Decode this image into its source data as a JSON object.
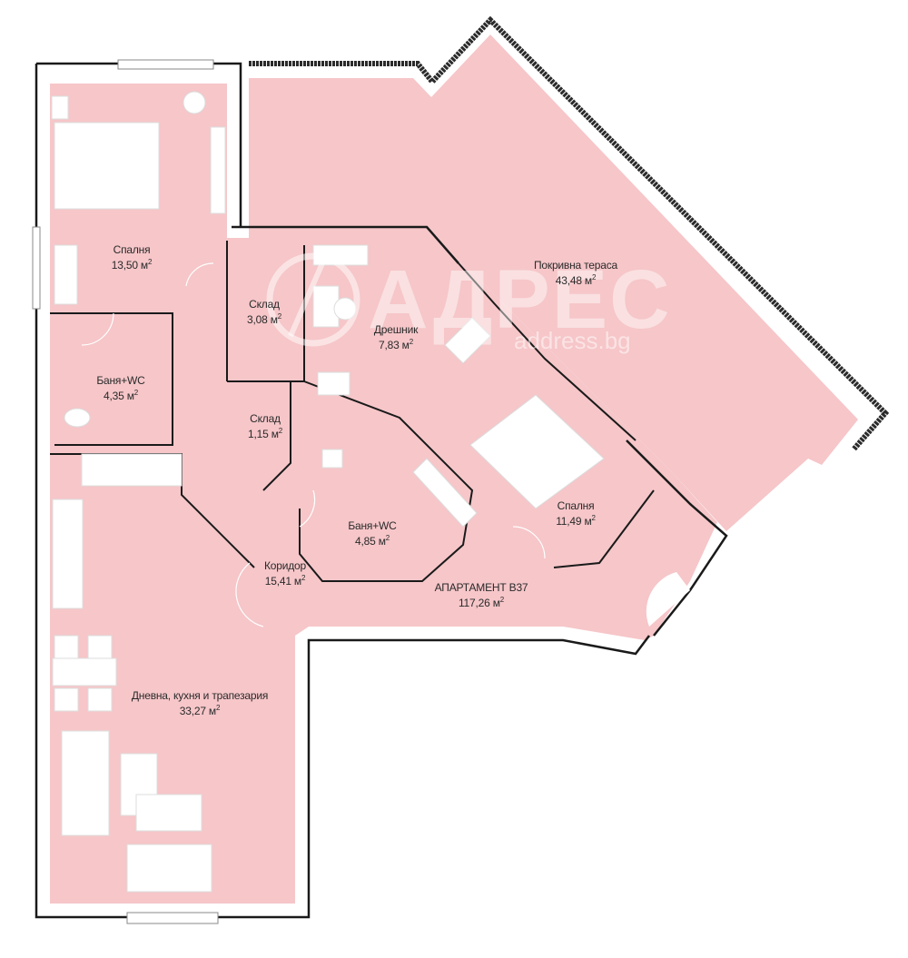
{
  "plan": {
    "apartment": {
      "name": "АПАРТАМЕНТ В37",
      "area": "117,26 м",
      "sup": "2"
    },
    "rooms": [
      {
        "id": "bedroom-1",
        "name": "Спалня",
        "area": "13,50 м",
        "sup": "2"
      },
      {
        "id": "bathroom-1",
        "name": "Баня+WC",
        "area": "4,35 м",
        "sup": "2"
      },
      {
        "id": "storage-1",
        "name": "Склад",
        "area": "3,08 м",
        "sup": "2"
      },
      {
        "id": "storage-2",
        "name": "Склад",
        "area": "1,15 м",
        "sup": "2"
      },
      {
        "id": "wardrobe",
        "name": "Дрешник",
        "area": "7,83 м",
        "sup": "2"
      },
      {
        "id": "roof-terrace",
        "name": "Покривна тераса",
        "area": "43,48 м",
        "sup": "2"
      },
      {
        "id": "bathroom-2",
        "name": "Баня+WC",
        "area": "4,85 м",
        "sup": "2"
      },
      {
        "id": "bedroom-2",
        "name": "Спалня",
        "area": "11,49 м",
        "sup": "2"
      },
      {
        "id": "corridor",
        "name": "Коридор",
        "area": "15,41 м",
        "sup": "2"
      },
      {
        "id": "living-kitchen-dining",
        "name": "Дневна, кухня и трапезария",
        "area": "33,27 м",
        "sup": "2"
      }
    ],
    "watermark": {
      "brand": "АДРЕС",
      "site": "address.bg"
    },
    "colors": {
      "floor": "#f6c6c9",
      "wall": "#1a1a1a",
      "furniture": "#ffffff",
      "parapet": "#2b2b2b"
    }
  }
}
